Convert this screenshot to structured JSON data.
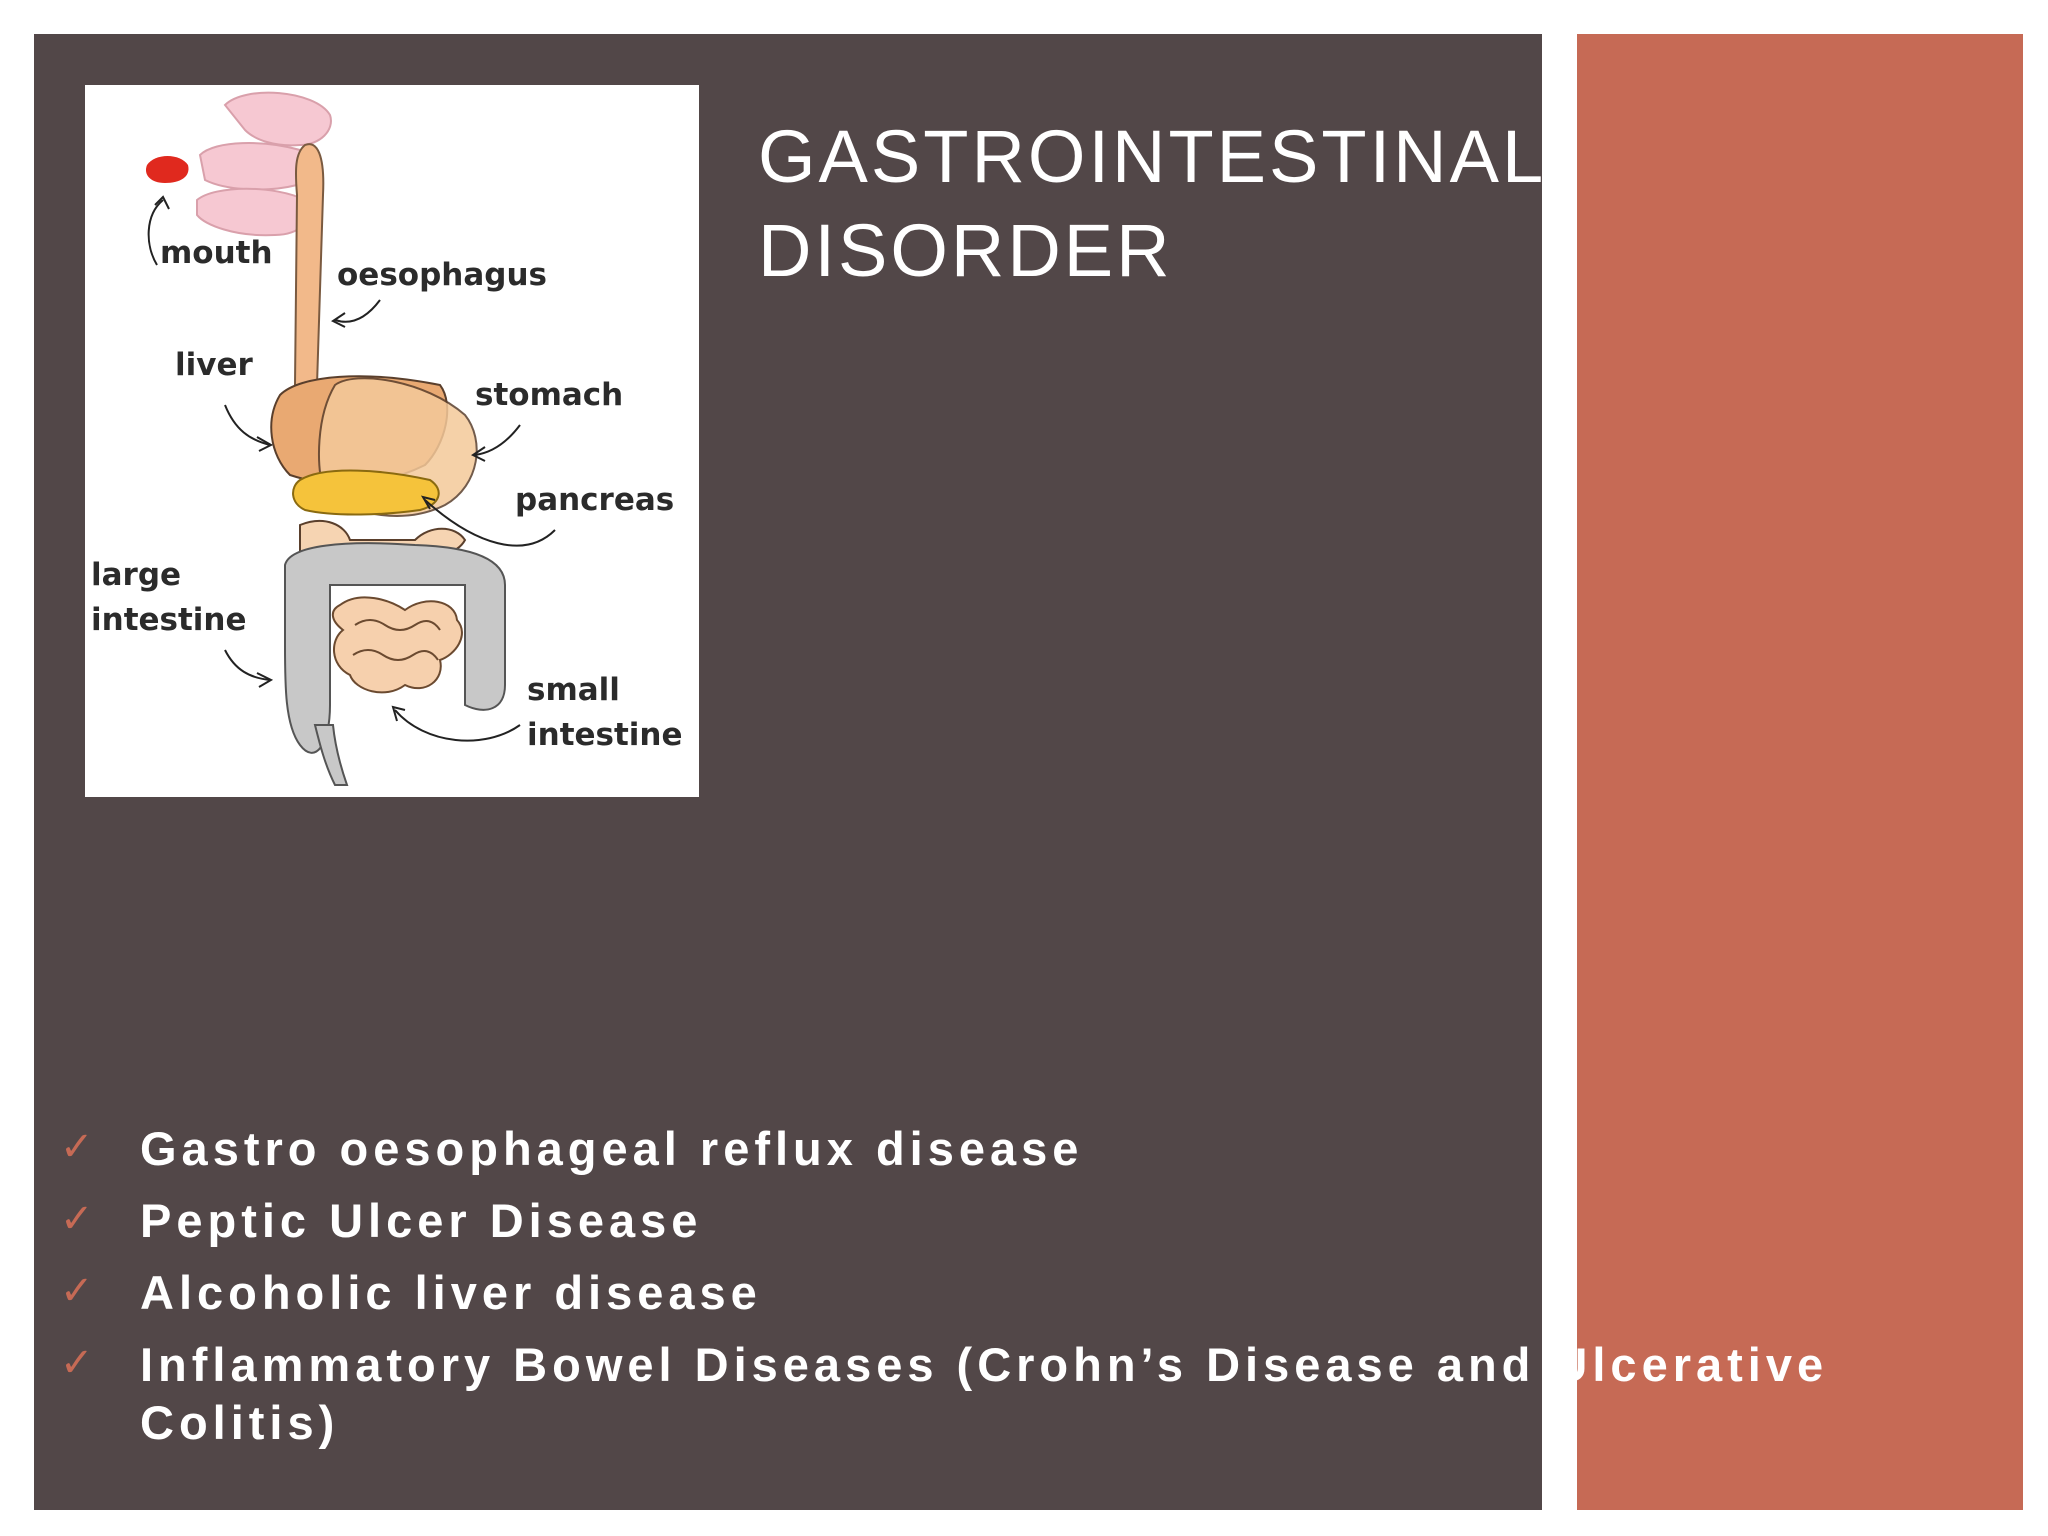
{
  "slide": {
    "title_line1": "GASTROINTESTINAL",
    "title_line2": "DISORDER",
    "colors": {
      "dark_panel": "#524748",
      "accent_panel": "#c66a55",
      "checkmark": "#c66a55",
      "text": "#ffffff"
    }
  },
  "diagram": {
    "labels": {
      "mouth": "mouth",
      "oesophagus": "oesophagus",
      "liver": "liver",
      "stomach": "stomach",
      "pancreas": "pancreas",
      "large_intestine_1": "large",
      "large_intestine_2": "intestine",
      "small_intestine_1": "small",
      "small_intestine_2": "intestine"
    }
  },
  "bullets": [
    {
      "icon": "check-icon",
      "text": "Gastro oesophageal reflux disease"
    },
    {
      "icon": "check-icon",
      "text": "Peptic Ulcer Disease"
    },
    {
      "icon": "check-icon",
      "text": "Alcoholic liver disease"
    },
    {
      "icon": "check-icon",
      "text": "Inflammatory Bowel Diseases (Crohn’s Disease and Ulcerative Colitis)"
    }
  ]
}
